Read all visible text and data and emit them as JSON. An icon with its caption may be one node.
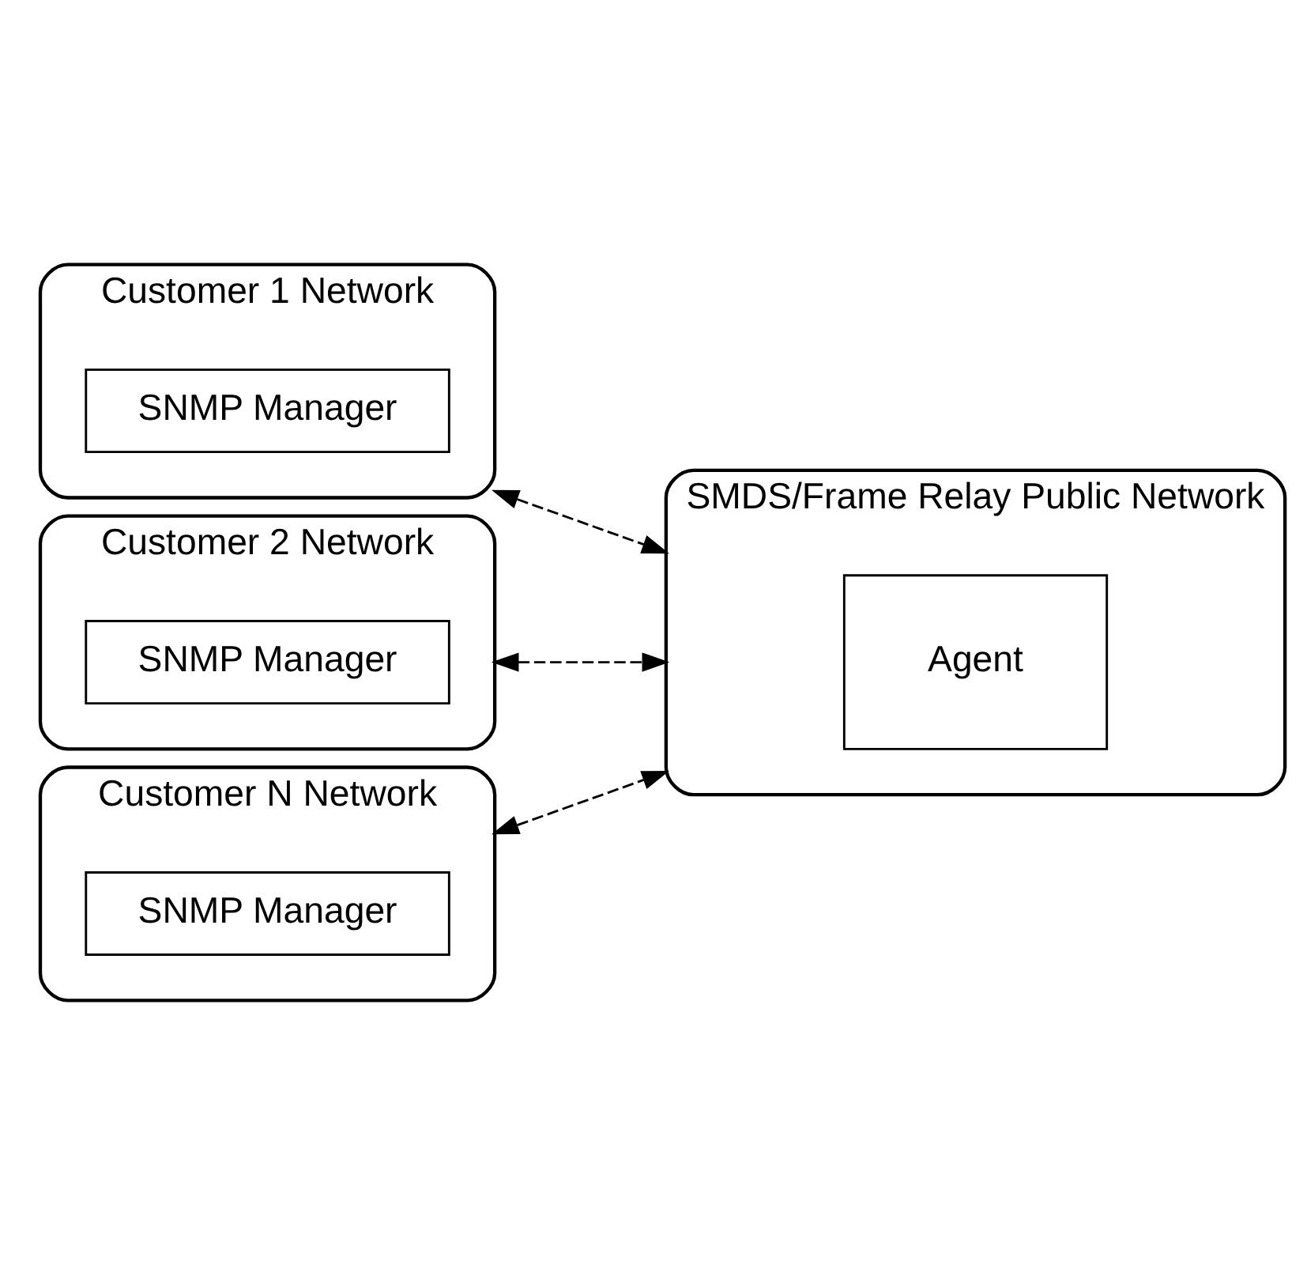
{
  "diagram": {
    "nodes": [
      {
        "text": [
          "Customer 1 Network"
        ]
      },
      {
        "text": [
          "SNMP Manager"
        ],
        "in": 0
      },
      {
        "text": [
          "Customer 2 Network"
        ]
      },
      {
        "text": [
          "SNMP Manager"
        ],
        "in": 2
      },
      {
        "text": [
          "Customer N Network"
        ]
      },
      {
        "text": [
          "SNMP Manager"
        ],
        "in": 4
      },
      {
        "text": [
          "SMDS/Frame Relay Public Network"
        ]
      },
      {
        "text": [
          "Agent"
        ],
        "in": 6
      }
    ],
    "edges": [
      {
        "from": 0,
        "to": 6,
        "arrow": "both",
        "style": "dashed"
      },
      {
        "from": 2,
        "to": 6,
        "arrow": "both",
        "style": "dashed"
      },
      {
        "from": 4,
        "to": 6,
        "arrow": "both",
        "style": "dashed"
      }
    ]
  }
}
